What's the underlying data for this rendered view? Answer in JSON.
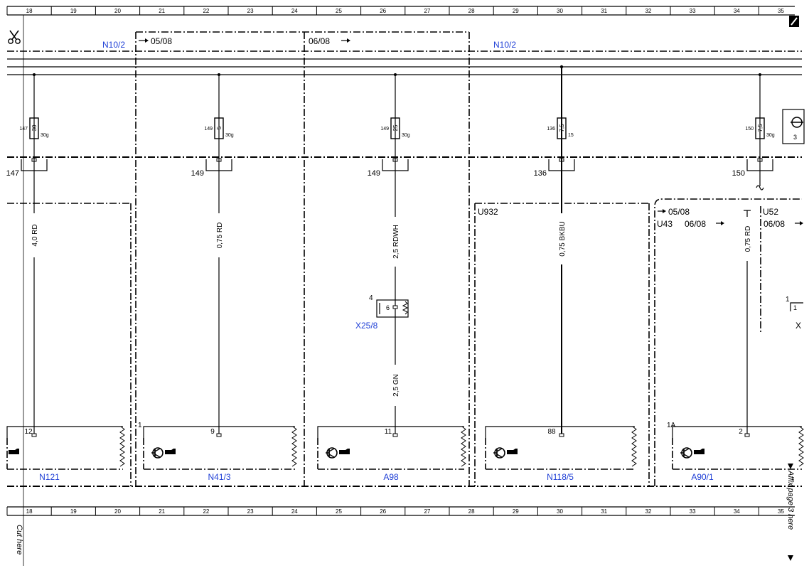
{
  "ruler": {
    "columns": [
      "18",
      "19",
      "20",
      "21",
      "22",
      "23",
      "24",
      "25",
      "26",
      "27",
      "28",
      "29",
      "30",
      "31",
      "32",
      "33",
      "34",
      "35"
    ]
  },
  "colors": {
    "component_label": "#1f3fd6",
    "line": "#000000",
    "background": "#ffffff"
  },
  "icons": {
    "cut": "scissors-icon",
    "corner": "pencil-icon",
    "module": "transistor-hand-icon"
  },
  "top_labels": {
    "left_ref": "N10/2",
    "right_ref": "N10/2",
    "section_a": "05/08",
    "section_b": "06/08"
  },
  "fuses": [
    {
      "left_num": "147",
      "rating": "30",
      "terminal": "30g",
      "ground": "147"
    },
    {
      "left_num": "149",
      "rating": "5",
      "terminal": "30g",
      "ground": "149"
    },
    {
      "left_num": "149",
      "rating": "25",
      "terminal": "30g",
      "ground": "149"
    },
    {
      "left_num": "136",
      "rating": "7,5",
      "terminal": "15",
      "ground": "136"
    },
    {
      "left_num": "150",
      "rating": "7,5",
      "terminal": "30g",
      "ground": "150"
    }
  ],
  "wires": {
    "w1": "4,0 RD",
    "w2": "0,75 RD",
    "w3_upper": "2,5 RDWH",
    "w3_lower": "2,5 GN",
    "w4": "0,75 BKBU",
    "w5": "0,75 RD"
  },
  "connector": {
    "name": "X25/8",
    "pin_outer": "4",
    "pin_inner": "6"
  },
  "side_labels": {
    "u932": "U932",
    "u52": "U52",
    "u43": "U43",
    "sec_05": "05/08",
    "sec_06a": "06/08",
    "sec_06b": "06/08",
    "right_pin": "1",
    "right_x": "X"
  },
  "components": [
    {
      "name": "N121",
      "pin": "12",
      "corner": ""
    },
    {
      "name": "N41/3",
      "pin": "9",
      "corner": "1"
    },
    {
      "name": "A98",
      "pin": "11",
      "corner": ""
    },
    {
      "name": "N118/5",
      "pin": "88",
      "corner": ""
    },
    {
      "name": "A90/1",
      "pin": "2",
      "corner": "1A"
    }
  ],
  "margin_text": {
    "cut_here": "Cut here",
    "affix": "Affix page 3 here"
  }
}
